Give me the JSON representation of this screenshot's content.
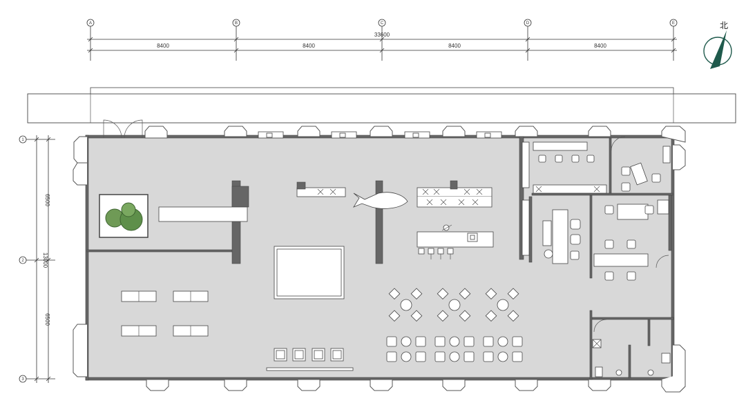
{
  "dimensions": {
    "total": "33600",
    "spans": [
      "8400",
      "8400",
      "8400",
      "8400"
    ],
    "side_total": "13000",
    "side_spans": [
      "6500",
      "6500"
    ]
  },
  "grid_axes": {
    "columns": [
      "A",
      "B",
      "C",
      "D",
      "E"
    ],
    "rows": [
      "1",
      "2",
      "3"
    ]
  },
  "north_label": "北",
  "colors": {
    "floor": "#d8d8d8",
    "wall": "#666666",
    "furniture": "#ffffff",
    "planting": "#5e8f4a",
    "compass": "#1f5a4c"
  },
  "icons": [
    "north-arrow-icon",
    "whale-sculpture-icon",
    "planter-icon"
  ]
}
